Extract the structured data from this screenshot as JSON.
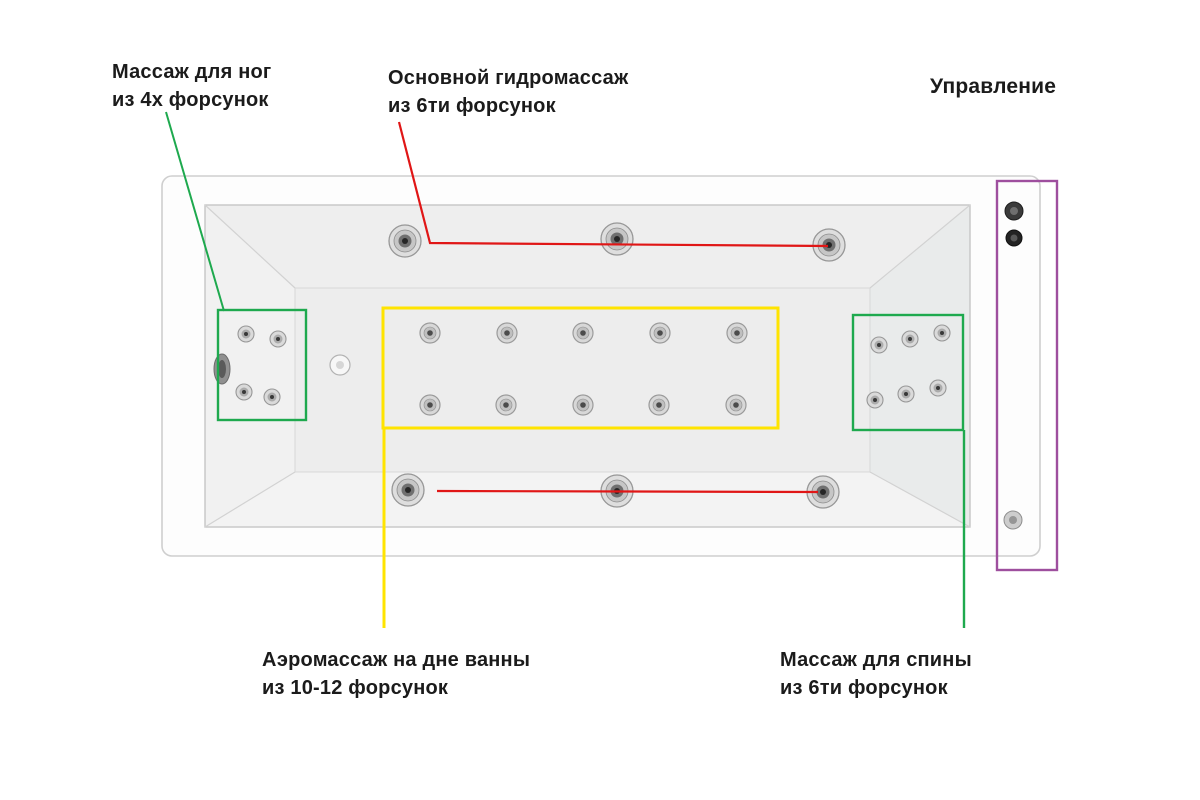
{
  "labels": {
    "feet": "Массаж для ног\nиз 4х форсунок",
    "main": "Основной гидромассаж\nиз 6ти форсунок",
    "control": "Управление",
    "aero": "Аэромассаж на дне ванны\nиз 10-12 форсунок",
    "back": "Массаж для спины\nиз 6ти форсунок"
  },
  "colors": {
    "feet_zone": "#1ea94e",
    "main_zone": "#e01616",
    "aero_zone": "#ffe400",
    "back_zone": "#1ea94e",
    "control_zone": "#9e4f9e"
  }
}
